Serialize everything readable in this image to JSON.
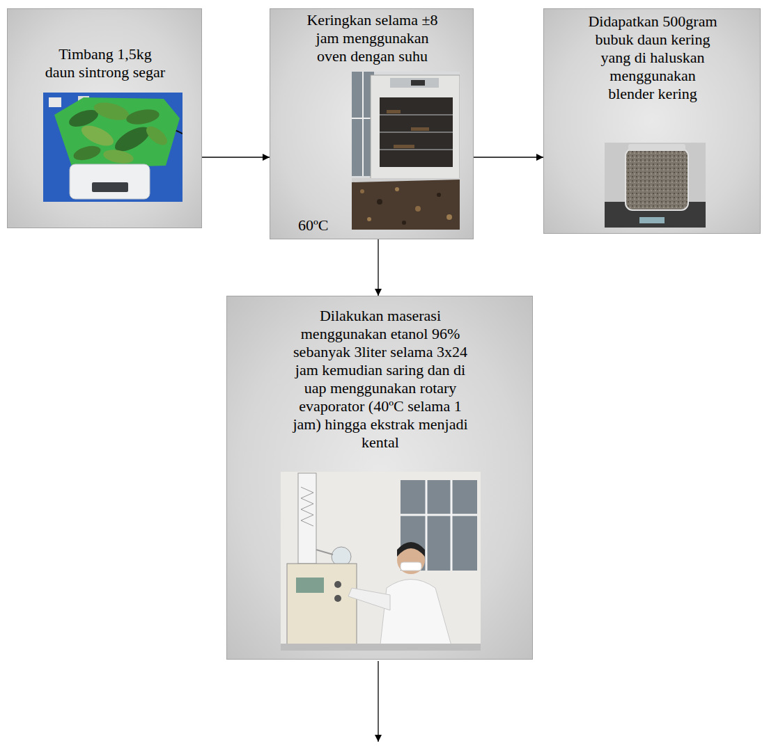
{
  "diagram": {
    "nodes": [
      {
        "text": [
          "Timbang 1,5kg daun sintrong segar"
        ]
      },
      {
        "text": [
          "Keringkan selama ±8 jam menggunakan oven dengan suhu",
          "60ºC"
        ]
      },
      {
        "text": [
          "Didapatkan 500gram bubuk daun kering yang di haluskan menggunakan blender kering"
        ]
      },
      {
        "text": [
          "Dilakukan maserasi menggunakan etanol 96% sebanyak 3liter selama 3x24 jam kemudian saring dan di uap menggunakan rotary evaporator (40ºC selama 1 jam) hingga ekstrak menjadi kental"
        ]
      }
    ],
    "edges": [
      {
        "from": 0,
        "to": 1,
        "arrow": "to"
      },
      {
        "from": 1,
        "to": 2,
        "arrow": "to"
      },
      {
        "from": 1,
        "to": 3,
        "arrow": "to"
      }
    ]
  }
}
